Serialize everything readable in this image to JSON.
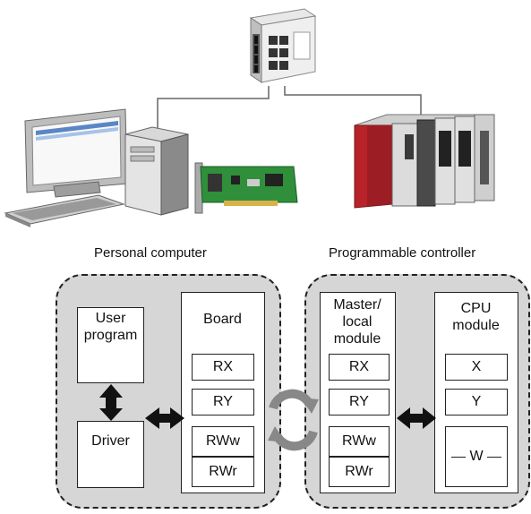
{
  "captions": {
    "personal_computer": "Personal computer",
    "programmable_controller": "Programmable controller"
  },
  "pc_side": {
    "user_program": "User\nprogram",
    "driver": "Driver",
    "board_title": "Board",
    "registers": [
      "RX",
      "RY",
      "RWw",
      "RWr"
    ]
  },
  "plc_side": {
    "master_title": "Master/\nlocal\nmodule",
    "master_registers": [
      "RX",
      "RY",
      "RWw",
      "RWr"
    ],
    "cpu_title": "CPU\nmodule",
    "cpu_devices": [
      "X",
      "Y",
      "W"
    ]
  },
  "colors": {
    "group_fill": "#d6d6d6",
    "plc_red": "#b8232a",
    "board_green": "#2f8f3a"
  }
}
